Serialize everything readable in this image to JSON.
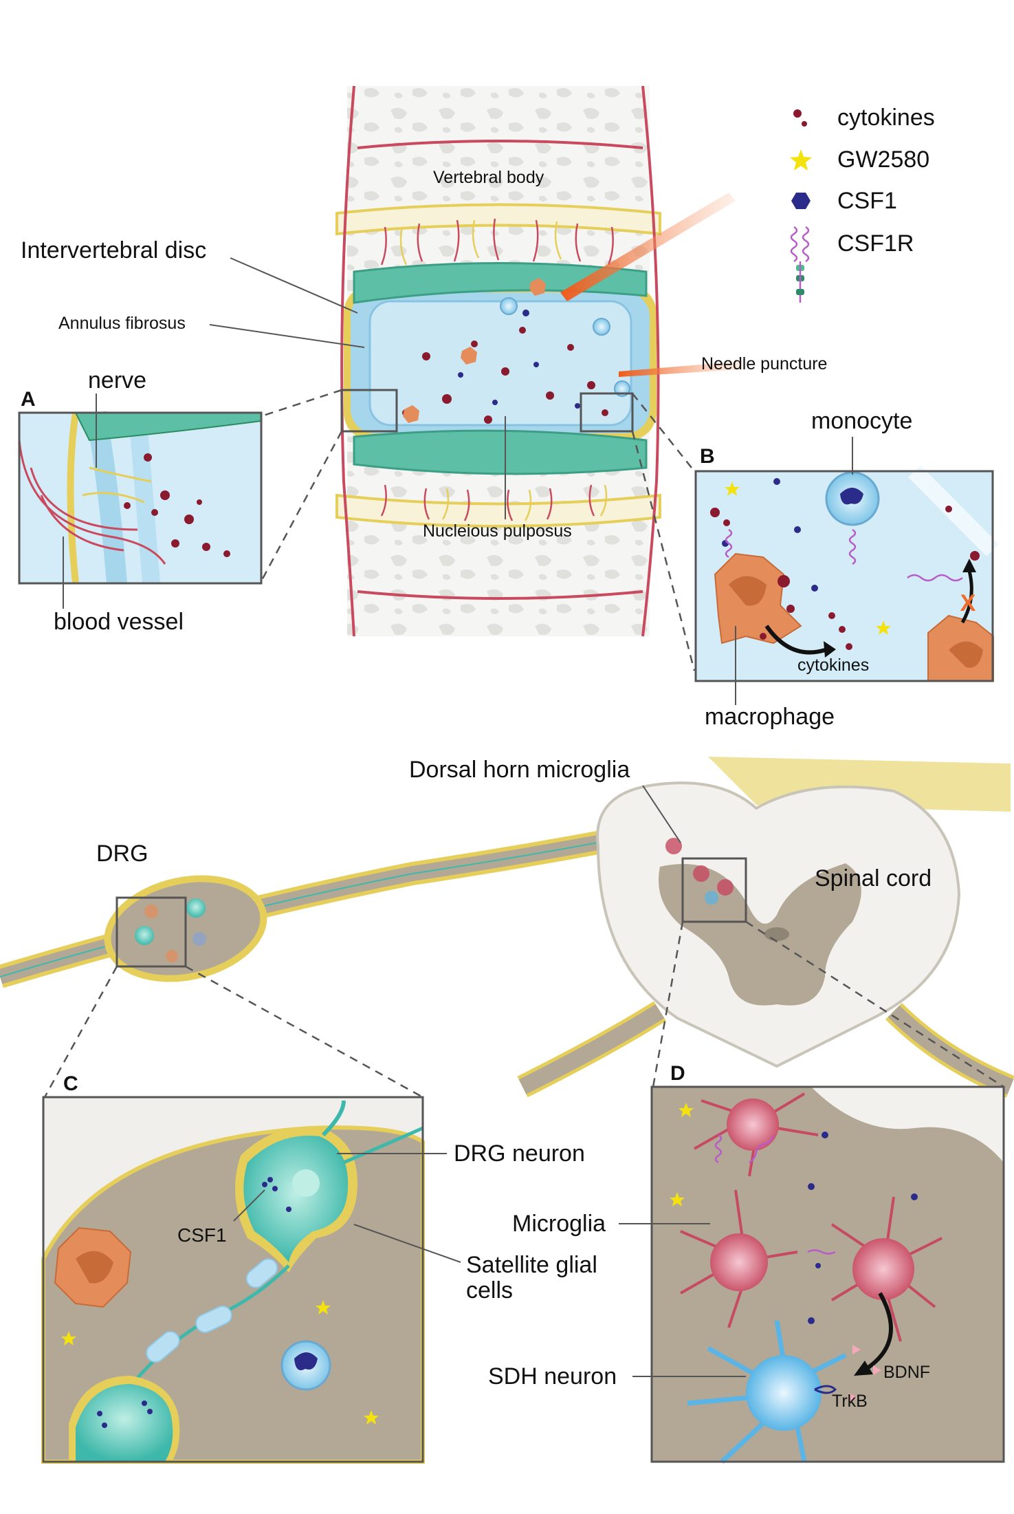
{
  "legend": {
    "items": [
      {
        "label": "cytokines",
        "icon": "cytokine-dots-icon"
      },
      {
        "label": "GW2580",
        "icon": "yellow-star-icon"
      },
      {
        "label": "CSF1",
        "icon": "blue-hexagon-icon"
      },
      {
        "label": "CSF1R",
        "icon": "receptor-coil-icon"
      }
    ]
  },
  "spine": {
    "vertebral_body": "Vertebral body",
    "intervertebral_disc": "Intervertebral disc",
    "annulus_fibrosus": "Annulus fibrosus",
    "needle_puncture": "Needle puncture",
    "nucleus_pulposus": "Nucleious pulposus"
  },
  "panel_a": {
    "letter": "A",
    "nerve": "nerve",
    "blood_vessel": "blood vessel"
  },
  "panel_b": {
    "letter": "B",
    "monocyte": "monocyte",
    "cytokines": "cytokines",
    "macrophage": "macrophage",
    "block_mark": "X"
  },
  "lower": {
    "dorsal_horn_microglia": "Dorsal horn microglia",
    "drg": "DRG",
    "spinal_cord": "Spinal cord"
  },
  "panel_c": {
    "letter": "C",
    "drg_neuron": "DRG neuron",
    "csf1": "CSF1",
    "satellite_line1": "Satellite glial",
    "satellite_line2": "cells"
  },
  "panel_d": {
    "letter": "D",
    "microglia": "Microglia",
    "sdh_neuron": "SDH neuron",
    "bdnf": "BDNF",
    "trkb": "TrkB"
  },
  "colors": {
    "vessel": "#c94a5f",
    "nerve_yellow": "#e5cf5a",
    "disc_teal": "#5cbfa6",
    "nucleus_blue": "#cde8f5",
    "cytokine": "#8a1a2e",
    "csf1": "#2b2b8a",
    "gw2580": "#f4e20f",
    "macrophage": "#e48c5a",
    "microglia": "#c64a62",
    "neuron_teal": "#3eb8aa",
    "sdh_blue": "#5ab4e5",
    "tissue": "#b3a896",
    "needle": "#f06a2a"
  }
}
